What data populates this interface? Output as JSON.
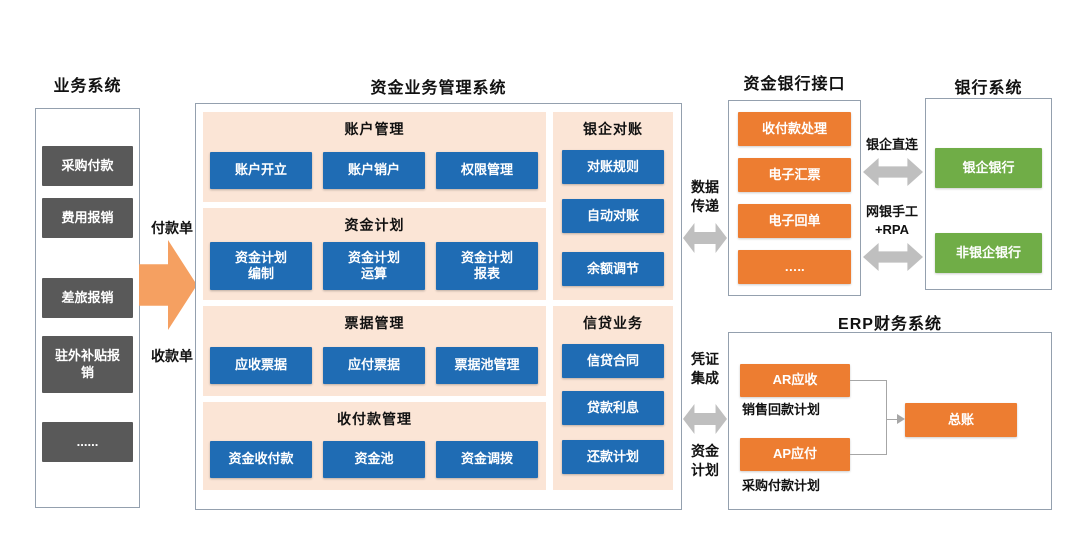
{
  "business_system": {
    "title": "业务系统",
    "items": [
      "采购付款",
      "费用报销",
      "差旅报销",
      "驻外补贴报\n销",
      "......"
    ]
  },
  "flow_arrow": {
    "top_label": "付款单",
    "bottom_label": "收款单"
  },
  "fund_system": {
    "title": "资金业务管理系统",
    "panels": [
      {
        "title": "账户管理",
        "items": [
          "账户开立",
          "账户销户",
          "权限管理"
        ]
      },
      {
        "title": "资金计划",
        "items": [
          "资金计划\n编制",
          "资金计划\n运算",
          "资金计划\n报表"
        ]
      },
      {
        "title": "票据管理",
        "items": [
          "应收票据",
          "应付票据",
          "票据池管理"
        ]
      },
      {
        "title": "收付款管理",
        "items": [
          "资金收付款",
          "资金池",
          "资金调拨"
        ]
      }
    ],
    "side_panels": [
      {
        "title": "银企对账",
        "items": [
          "对账规则",
          "自动对账",
          "余额调节"
        ]
      },
      {
        "title": "信贷业务",
        "items": [
          "信贷合同",
          "贷款利息",
          "还款计划"
        ]
      }
    ]
  },
  "data_link_label": "数据\n传递",
  "bank_interface": {
    "title": "资金银行接口",
    "items": [
      "收付款处理",
      "电子汇票",
      "电子回单",
      "….."
    ]
  },
  "bank_links": {
    "direct": "银企直连",
    "manual": "网银手工\n+RPA"
  },
  "bank_system": {
    "title": "银行系统",
    "items": [
      "银企银行",
      "非银企银行"
    ]
  },
  "erp_links": {
    "top": "凭证\n集成",
    "bottom": "资金\n计划"
  },
  "erp_system": {
    "title": "ERP财务系统",
    "ar_label": "AR应收",
    "ar_note": "销售回款计划",
    "ap_label": "AP应付",
    "ap_note": "采购付款计划",
    "gl_label": "总账"
  },
  "colors": {
    "button_blue": "#1F6CB4",
    "button_orange": "#ED7D31",
    "button_green": "#70AD47",
    "button_dark_gray": "#595959",
    "panel_peach": "#FBE5D6",
    "flow_arrow_orange": "#F5A061",
    "link_arrow_gray": "#BFBFBF"
  }
}
